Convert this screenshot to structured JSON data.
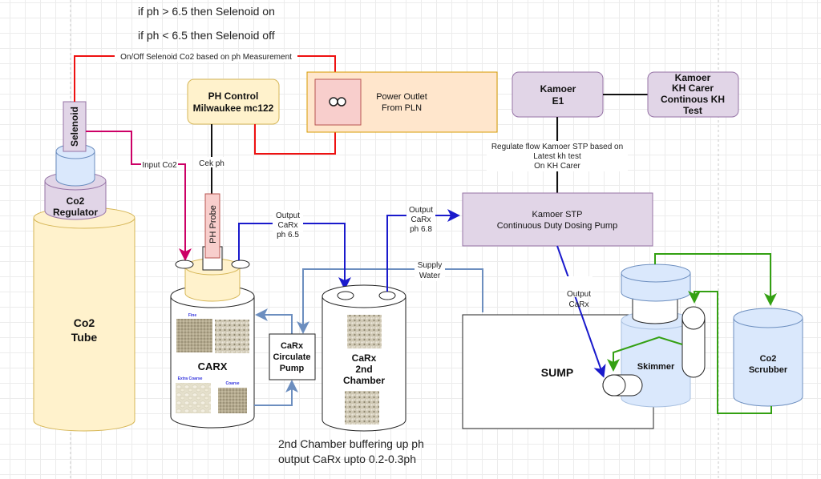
{
  "notes": {
    "rule_on": "if ph > 6.5 then Selenoid on",
    "rule_off": "if ph < 6.5 then Selenoid off",
    "footer_line1": "2nd Chamber buffering up ph",
    "footer_line2": "output CaRx upto 0.2-0.3ph"
  },
  "edges": {
    "selenoid_control": "On/Off Selenoid Co2 based on ph Measurement",
    "input_co2": "Input Co2",
    "cek_ph": "Cek ph",
    "output_carx_65": [
      "Output",
      "CaRx",
      "ph 6.5"
    ],
    "output_carx_68": [
      "Output",
      "CaRx",
      "ph 6.8"
    ],
    "supply_water": [
      "Supply",
      "Water"
    ],
    "regulate_flow": [
      "Regulate flow Kamoer STP based on",
      "Latest kh test",
      "On KH Carer"
    ],
    "output_carx_sump": [
      "Output",
      "CaRx"
    ]
  },
  "nodes": {
    "selenoid": "Selenoid",
    "co2_regulator": [
      "Co2",
      "Regulator"
    ],
    "co2_tube": [
      "Co2",
      "Tube"
    ],
    "ph_control": [
      "PH Control",
      "Milwaukee mc122"
    ],
    "power_outlet": [
      "Power Outlet",
      "From PLN"
    ],
    "power_outlet_icon": "∞",
    "kamoer_e1": [
      "Kamoer",
      "E1"
    ],
    "kh_carer": [
      "Kamoer",
      "KH Carer",
      "Continous KH",
      "Test"
    ],
    "ph_probe": "PH Probe",
    "carx_reactor": "CARX",
    "media_labels": [
      "Fine",
      "Extra Coarse",
      "Coarse"
    ],
    "circulate_pump": [
      "CaRx",
      "Circulate",
      "Pump"
    ],
    "second_chamber": [
      "CaRx",
      "2nd",
      "Chamber"
    ],
    "kamoer_stp": [
      "Kamoer STP",
      "Continuous Duty Dosing Pump"
    ],
    "sump": "SUMP",
    "skimmer": "Skimmer",
    "co2_scrubber": [
      "Co2",
      "Scrubber"
    ]
  },
  "colors": {
    "control_red": "#ee1111",
    "co2_magenta": "#cc0066",
    "carx_blue": "#1a1acc",
    "water_blue": "#6c8ebf",
    "air_green": "#33a012",
    "purple_fill": "#e1d5e7",
    "purple_stroke": "#9673a6",
    "yellow_fill": "#fff2cc",
    "yellow_stroke": "#d6b656",
    "blue_fill": "#dae8fc",
    "orange_fill": "#ffe6cc",
    "orange_stroke": "#d79b00",
    "red_fill": "#f8cecc",
    "red_stroke": "#b85450"
  }
}
